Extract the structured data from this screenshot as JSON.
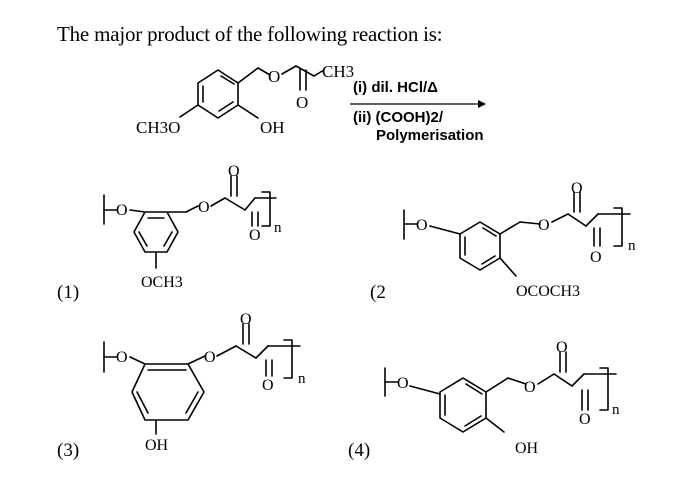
{
  "question": "The major product of the following reaction is:",
  "reactant": {
    "methyl_group": "CH3",
    "methoxy_group": "CH3O",
    "hydroxy_group": "OH",
    "carbonyl_o": "O",
    "ether_o": "O"
  },
  "conditions": {
    "step1": "(i) dil. HCl/Δ",
    "step2": "(ii) (COOH)2/",
    "step3": "Polymerisation"
  },
  "options": [
    {
      "number": "(1)",
      "substituent": "OCH3"
    },
    {
      "number": "(2",
      "substituent": "OCOCH3"
    },
    {
      "number": "(3)",
      "substituent": "OH"
    },
    {
      "number": "(4)",
      "substituent": "OH"
    }
  ],
  "polymer": {
    "repeat_label": "n",
    "o_label": "O"
  }
}
